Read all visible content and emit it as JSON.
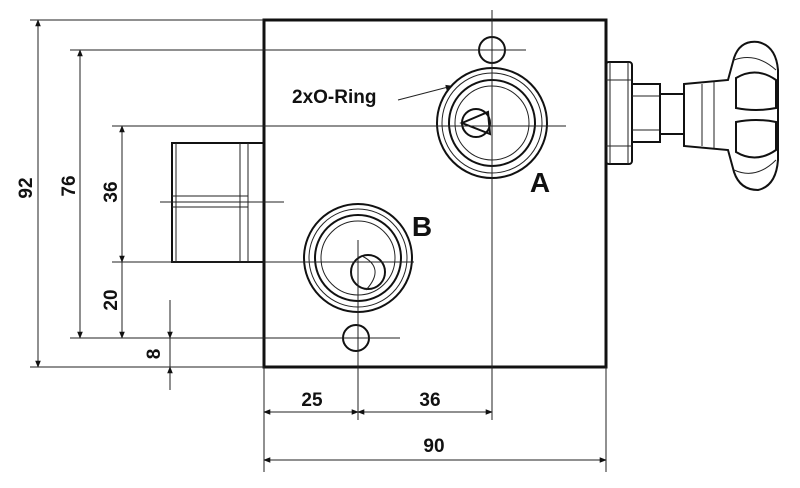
{
  "labels": {
    "port_a": "A",
    "port_b": "B",
    "o_ring": "2xO-Ring"
  },
  "dimensions": {
    "height_total": "92",
    "height_76": "76",
    "height_36": "36",
    "height_20": "20",
    "height_8": "8",
    "width_25": "25",
    "width_36": "36",
    "width_total": "90"
  }
}
